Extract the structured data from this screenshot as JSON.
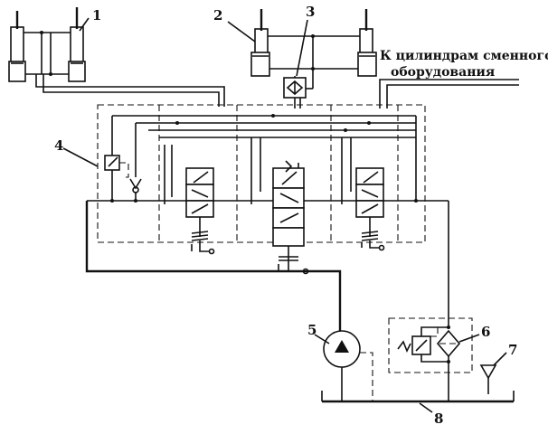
{
  "diagram": {
    "labels": {
      "n1": "1",
      "n2": "2",
      "n3": "3",
      "n4": "4",
      "n5": "5",
      "n6": "6",
      "n7": "7",
      "n8": "8"
    },
    "caption_line1": "К цилиндрам сменного",
    "caption_line2": "оборудования"
  }
}
